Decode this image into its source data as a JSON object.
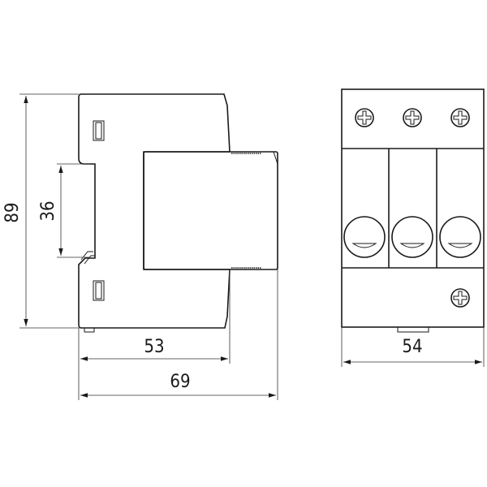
{
  "drawing": {
    "side_view": {
      "height_label": "89",
      "din_rail_label": "36",
      "depth_body_label": "53",
      "depth_total_label": "69"
    },
    "front_view": {
      "width_label": "54",
      "poles": 3
    }
  }
}
